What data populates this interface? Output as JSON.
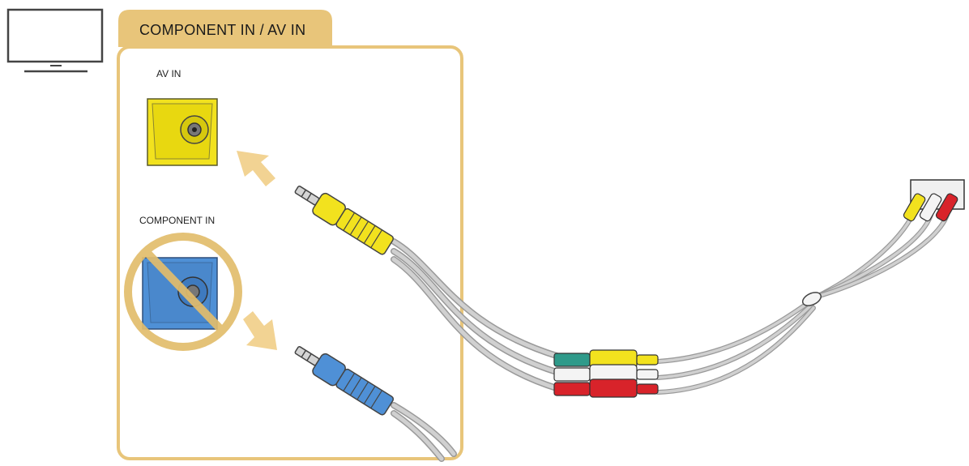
{
  "panel": {
    "title": "COMPONENT IN / AV IN"
  },
  "ports": {
    "av_label": "AV IN",
    "component_label": "COMPONENT IN"
  },
  "colors": {
    "panel_border": "#e8c57a",
    "panel_tab": "#e8c57a",
    "av_port": "#f2e21e",
    "component_port": "#4f90d6",
    "prohibited_mark": "#e2bd6c",
    "arrow": "#f2d393",
    "cable": "#bdbdbd",
    "rca_yellow": "#f2e21e",
    "rca_white": "#f4f4f4",
    "rca_red": "#d8232a",
    "rca_green": "#2f9a8a"
  },
  "icons": [
    "tv-icon",
    "arrow-icon",
    "prohibited-icon",
    "rca-connector-icon"
  ]
}
